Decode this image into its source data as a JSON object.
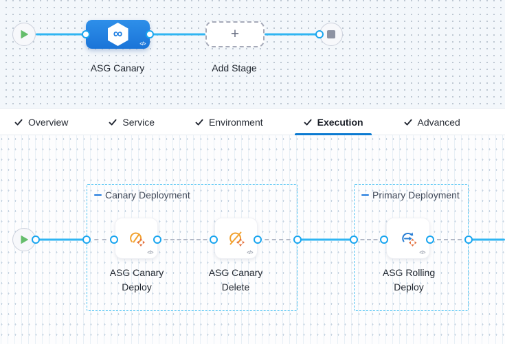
{
  "stage_graph": {
    "stage": {
      "label": "ASG Canary"
    },
    "add_stage": {
      "label": "Add Stage"
    }
  },
  "tabs": {
    "items": [
      {
        "label": "Overview",
        "checked": true,
        "active": false
      },
      {
        "label": "Service",
        "checked": true,
        "active": false
      },
      {
        "label": "Environment",
        "checked": true,
        "active": false
      },
      {
        "label": "Execution",
        "checked": true,
        "active": true
      },
      {
        "label": "Advanced",
        "checked": true,
        "active": false
      }
    ]
  },
  "execution": {
    "groups": [
      {
        "label": "Canary Deployment",
        "steps": [
          {
            "label": "ASG Canary Deploy",
            "icon": "asg-canary-deploy-icon"
          },
          {
            "label": "ASG Canary Delete",
            "icon": "asg-canary-delete-icon"
          }
        ]
      },
      {
        "label": "Primary Deployment",
        "steps": [
          {
            "label": "ASG Rolling Deploy",
            "icon": "asg-rolling-deploy-icon"
          }
        ]
      }
    ]
  },
  "icons": {
    "plus": "+",
    "code": "</>",
    "infinity": "∞",
    "check": "✓",
    "play": "▶",
    "stop": "■"
  },
  "colors": {
    "accent_blue": "#0b7ad1",
    "line_blue": "#2fb5f2",
    "container_dash_blue": "#4ac2f3",
    "node_blue": "#1a74d8",
    "play_green": "#65bd6b",
    "step_orange": "#f2a230",
    "cross_orange": "#e4703d",
    "rolling_blue": "#2a7fd4"
  }
}
